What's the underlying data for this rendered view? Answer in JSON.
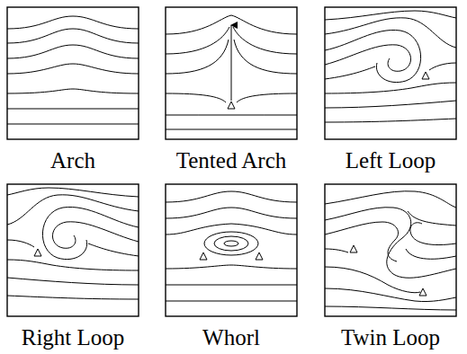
{
  "diagram": {
    "labels": [
      "Arch",
      "Tented Arch",
      "Left Loop",
      "Right Loop",
      "Whorl",
      "Twin Loop"
    ]
  }
}
